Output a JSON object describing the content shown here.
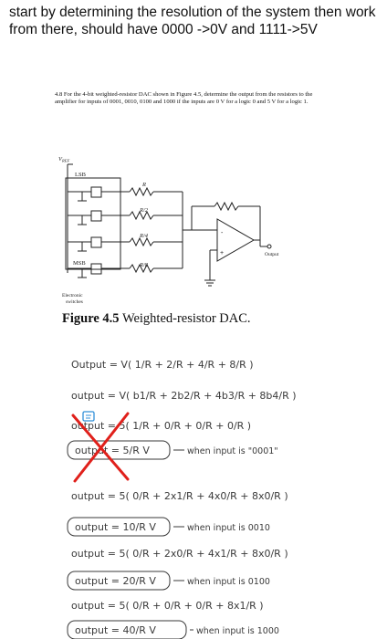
{
  "question": {
    "text": "start by determining the resolution of the system then work from there, should have 0000 ->0V and 1111->5V"
  },
  "textbook": {
    "problem": "4.8 For the 4-bit weighted-resistor DAC shown in Figure 4.5, determine the output from the resistors to the amplifier for inputs of 0001, 0010, 0100 and 1000 if the inputs are 0 V for a logic 0 and 5 V for a logic 1.",
    "figure_caption_label": "Figure 4.5",
    "figure_caption_text": "Weighted-resistor DAC."
  },
  "circuit": {
    "vref": "V",
    "vref_sub": "REF",
    "lsb": "LSB",
    "msb": "MSB",
    "r1": "R",
    "r2": "R/2",
    "r3": "R/4",
    "r4": "R/8",
    "output": "Output",
    "switches_line1": "Electronic",
    "switches_line2": "switches"
  },
  "handwriting": {
    "line1": "Output = V( 1/R + 2/R + 4/R + 8/R )",
    "line2": "output = V( b1/R + 2b2/R + 4b3/R + 8b4/R )",
    "line3": "output = 5( 1/R + 0/R + 0/R + 0/R )",
    "line4": "output = 5/R V",
    "note4": "when input is \"0001\"",
    "line5": "output = 5( 0/R + 2x1/R + 4x0/R + 8x0/R )",
    "line6": "output = 10/R V",
    "note6": "when input is 0010",
    "line7": "output = 5( 0/R + 2x0/R + 4x1/R + 8x0/R )",
    "line8": "output = 20/R V",
    "note8": "when input is 0100",
    "line9": "output = 5( 0/R + 0/R + 0/R + 8x1/R )",
    "line10": "output = 40/R V",
    "note10": "when input is 1000"
  }
}
